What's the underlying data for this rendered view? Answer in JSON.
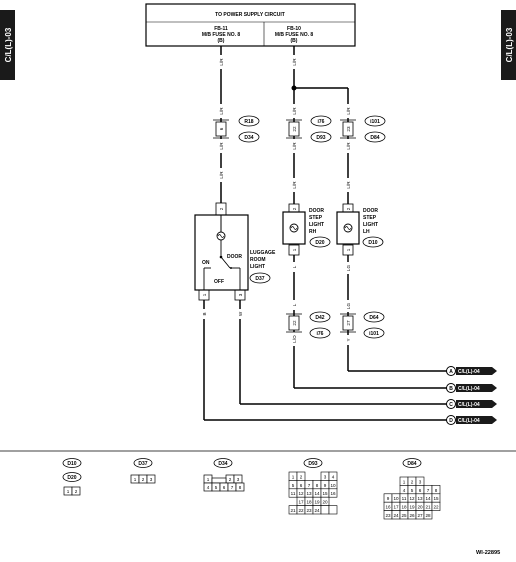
{
  "section_code": "C/L(L)-03",
  "power_box": {
    "title": "TO POWER SUPPLY CIRCUIT",
    "fuse_left": {
      "line1": "FB-11",
      "line2": "M/B FUSE NO. 8",
      "line3": "(B)"
    },
    "fuse_right": {
      "line1": "FB-10",
      "line2": "M/B FUSE NO. 8",
      "line3": "(B)"
    }
  },
  "wire_colors": {
    "lr": "L/R",
    "l": "L",
    "lg": "LG",
    "lo": "L/O",
    "y": "Y",
    "b": "B",
    "w": "W"
  },
  "pins": {
    "p1": "1",
    "p2": "2",
    "p3": "3",
    "p6": "6",
    "p22": "22",
    "p23": "23",
    "p27": "27"
  },
  "connectors": {
    "r18": "R18",
    "d34": "D34",
    "i76": "i76",
    "d93": "D93",
    "i101": "i101",
    "d84": "D84",
    "d20": "D20",
    "d10": "D10",
    "d37": "D37",
    "d42": "D42",
    "d64": "D64"
  },
  "components": {
    "luggage": {
      "line1": "LUGGAGE",
      "line2": "ROOM",
      "line3": "LIGHT",
      "on": "ON",
      "door": "DOOR",
      "off": "OFF"
    },
    "rh": {
      "line1": "DOOR",
      "line2": "STEP",
      "line3": "LIGHT",
      "line4": "RH"
    },
    "lh": {
      "line1": "DOOR",
      "line2": "STEP",
      "line3": "LIGHT",
      "line4": "LH"
    }
  },
  "outputs": [
    {
      "letter": "A",
      "label": "C/L(L)-04"
    },
    {
      "letter": "B",
      "label": "C/L(L)-04"
    },
    {
      "letter": "C",
      "label": "C/L(L)-04"
    },
    {
      "letter": "D",
      "label": "C/L(L)-04"
    }
  ],
  "legend": {
    "d10": "D10",
    "d20": "D20",
    "d37": "D37",
    "d34": "D34",
    "d93": "D93",
    "d84": "D84",
    "d10_pins": [
      "1",
      "2"
    ],
    "d37_pins": [
      "1",
      "2",
      "3"
    ],
    "d34_pins": [
      "1",
      "2",
      "3",
      "4",
      "5",
      "6",
      "7",
      "8"
    ],
    "d93_pins": [
      "1",
      "2",
      "3",
      "4",
      "5",
      "6",
      "7",
      "8",
      "9",
      "10",
      "11",
      "12",
      "13",
      "14",
      "15",
      "16",
      "17",
      "18",
      "19",
      "20",
      "21",
      "22",
      "23",
      "24"
    ],
    "d84_pins": [
      "1",
      "2",
      "3",
      "4",
      "5",
      "6",
      "7",
      "8",
      "9",
      "10",
      "11",
      "12",
      "13",
      "14",
      "15",
      "16",
      "17",
      "18",
      "19",
      "20",
      "21",
      "22",
      "23",
      "24",
      "25",
      "26",
      "27",
      "28"
    ]
  },
  "figure_id": "WI-22895"
}
